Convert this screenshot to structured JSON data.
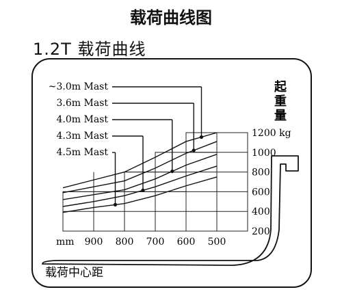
{
  "page_title": "载荷曲线图",
  "chart_data": {
    "type": "line",
    "title": "1.2T 载荷曲线",
    "xlabel": "载荷中心距",
    "ylabel": "起重量",
    "x_unit": "mm",
    "y_unit": "kg",
    "x_reversed": true,
    "x_ticks": [
      900,
      800,
      700,
      600,
      500
    ],
    "y_ticks": [
      200,
      400,
      600,
      800,
      1000,
      1200
    ],
    "xlim": [
      1000,
      400
    ],
    "ylim": [
      200,
      1200
    ],
    "grid": true,
    "legend_position": "left",
    "series": [
      {
        "name": "~3.0m Mast",
        "x": [
          1000,
          900,
          800,
          700,
          600,
          500
        ],
        "y": [
          640,
          720,
          800,
          950,
          1110,
          1200
        ],
        "marker_x": 550
      },
      {
        "name": "3.6m Mast",
        "x": [
          1000,
          900,
          800,
          700,
          600,
          500
        ],
        "y": [
          590,
          650,
          710,
          840,
          990,
          1110
        ],
        "marker_x": 575
      },
      {
        "name": "4.0m Mast",
        "x": [
          1000,
          900,
          800,
          700,
          600,
          500
        ],
        "y": [
          520,
          570,
          620,
          730,
          870,
          980
        ],
        "marker_x": 645
      },
      {
        "name": "4.3m Mast",
        "x": [
          1000,
          900,
          800,
          700,
          600,
          500
        ],
        "y": [
          450,
          500,
          560,
          650,
          760,
          860
        ],
        "marker_x": 740
      },
      {
        "name": "4.5m Mast",
        "x": [
          1000,
          900,
          800,
          700,
          600,
          500
        ],
        "y": [
          390,
          440,
          480,
          560,
          660,
          750
        ],
        "marker_x": 830
      }
    ]
  }
}
